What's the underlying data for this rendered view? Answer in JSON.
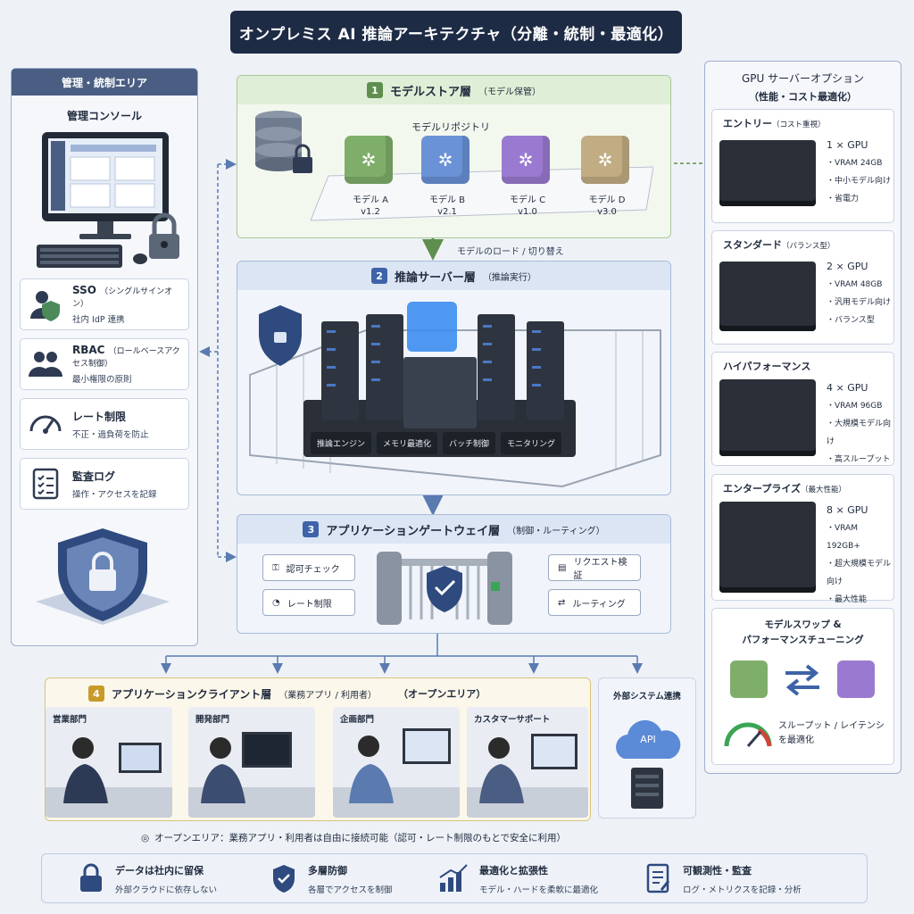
{
  "title": "オンプレミス AI 推論アーキテクチャ（分離・統制・最適化）",
  "admin": {
    "header": "管理・統制エリア",
    "console_label": "管理コンソール",
    "features": [
      {
        "title": "SSO",
        "sub": "（シングルサインオン）",
        "desc": "社内 IdP 連携",
        "icon": "user-shield-icon"
      },
      {
        "title": "RBAC",
        "sub": "（ロールベースアクセス制御）",
        "desc": "最小権限の原則",
        "icon": "users-icon"
      },
      {
        "title": "レート制限",
        "sub": "",
        "desc": "不正・過負荷を防止",
        "icon": "gauge-icon"
      },
      {
        "title": "監査ログ",
        "sub": "",
        "desc": "操作・アクセスを記録",
        "icon": "checklist-icon"
      }
    ]
  },
  "layer1": {
    "num": "1",
    "title": "モデルストア層",
    "sub": "（モデル保管）",
    "repo_label": "モデルリポジトリ",
    "models": [
      {
        "name": "モデル A",
        "version": "v1.2",
        "color": "#7fae6a"
      },
      {
        "name": "モデル B",
        "version": "v2.1",
        "color": "#6a92d6"
      },
      {
        "name": "モデル C",
        "version": "v1.0",
        "color": "#9a7ad0"
      },
      {
        "name": "モデル D",
        "version": "v3.0",
        "color": "#c2ac84"
      }
    ]
  },
  "load_label": "モデルのロード / 切り替え",
  "layer2": {
    "num": "2",
    "title": "推論サーバー層",
    "sub": "（推論実行）",
    "modules": [
      "推論エンジン",
      "メモリ最適化",
      "バッチ制御",
      "モニタリング"
    ]
  },
  "layer3": {
    "num": "3",
    "title": "アプリケーションゲートウェイ層",
    "sub": "（制御・ルーティング）",
    "left_chips": [
      "認可チェック",
      "レート制限"
    ],
    "right_chips": [
      "リクエスト検証",
      "ルーティング"
    ]
  },
  "layer4": {
    "num": "4",
    "title": "アプリケーションクライアント層",
    "sub": "（業務アプリ / 利用者）",
    "area": "（オープンエリア）",
    "clients": [
      "営業部門",
      "開発部門",
      "企画部門",
      "カスタマーサポート"
    ]
  },
  "external": {
    "label": "外部システム連携",
    "api": "API"
  },
  "open_note": "オープンエリア：業務アプリ・利用者は自由に接続可能（認可・レート制限のもとで安全に利用）",
  "gpu": {
    "header": "GPU サーバーオプション",
    "header_sub": "（性能・コスト最適化）",
    "options": [
      {
        "name": "エントリー",
        "sub": "（コスト重視）",
        "count": "1 × GPU",
        "specs": [
          "・VRAM 24GB",
          "・中小モデル向け",
          "・省電力"
        ]
      },
      {
        "name": "スタンダード",
        "sub": "（バランス型）",
        "count": "2 × GPU",
        "specs": [
          "・VRAM 48GB",
          "・汎用モデル向け",
          "・バランス型"
        ]
      },
      {
        "name": "ハイパフォーマンス",
        "sub": "",
        "count": "4 × GPU",
        "specs": [
          "・VRAM 96GB",
          "・大規模モデル向け",
          "・高スループット"
        ]
      },
      {
        "name": "エンタープライズ",
        "sub": "（最大性能）",
        "count": "8 × GPU",
        "specs": [
          "・VRAM 192GB+",
          "・超大規模モデル向け",
          "・最大性能"
        ]
      }
    ],
    "swap_title": "モデルスワップ &",
    "swap_title2": "パフォーマンスチューニング",
    "swap_desc1": "スループット / レイテンシ",
    "swap_desc2": "を最適化"
  },
  "bottom": [
    {
      "title": "データは社内に留保",
      "desc": "外部クラウドに依存しない",
      "icon": "lock-icon"
    },
    {
      "title": "多層防御",
      "desc": "各層でアクセスを制御",
      "icon": "shield-check-icon"
    },
    {
      "title": "最適化と拡張性",
      "desc": "モデル・ハードを柔軟に最適化",
      "icon": "growth-chart-icon"
    },
    {
      "title": "可観測性・監査",
      "desc": "ログ・メトリクスを記録・分析",
      "icon": "audit-doc-icon"
    }
  ],
  "colors": {
    "navy": "#1e2b45",
    "green": "#5f8f4e",
    "blue": "#3e63a8",
    "gold": "#c79a2a"
  }
}
